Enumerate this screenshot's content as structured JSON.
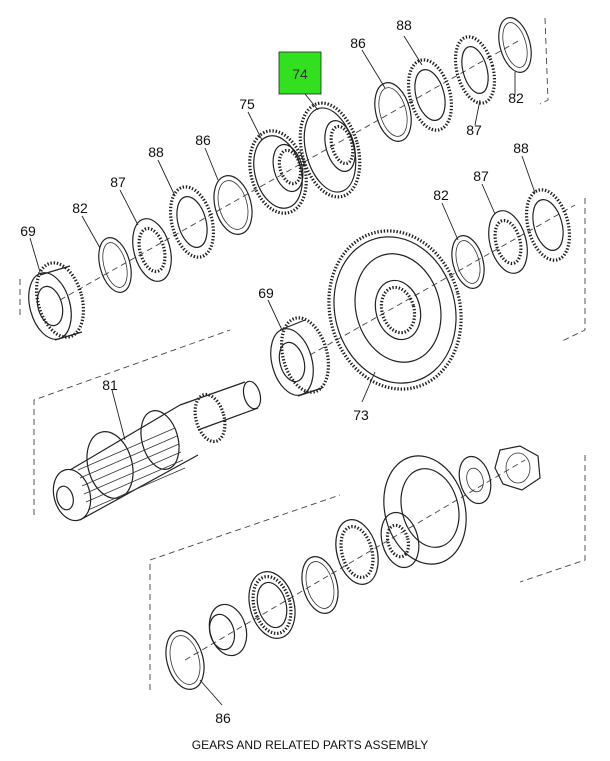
{
  "caption": "GEARS AND RELATED PARTS ASSEMBLY",
  "highlight": {
    "label": "74",
    "color": "#33e01f"
  },
  "callouts": {
    "c88_top": "88",
    "c86_top": "86",
    "c82_top": "82",
    "c87_top": "87",
    "c75": "75",
    "c86_mid": "86",
    "c88_mid": "88",
    "c87_mid": "87",
    "c82_left": "82",
    "c69_left": "69",
    "c88_right": "88",
    "c87_right": "87",
    "c82_right": "82",
    "c69_mid": "69",
    "c81": "81",
    "c73": "73",
    "c86_bottom": "86"
  }
}
